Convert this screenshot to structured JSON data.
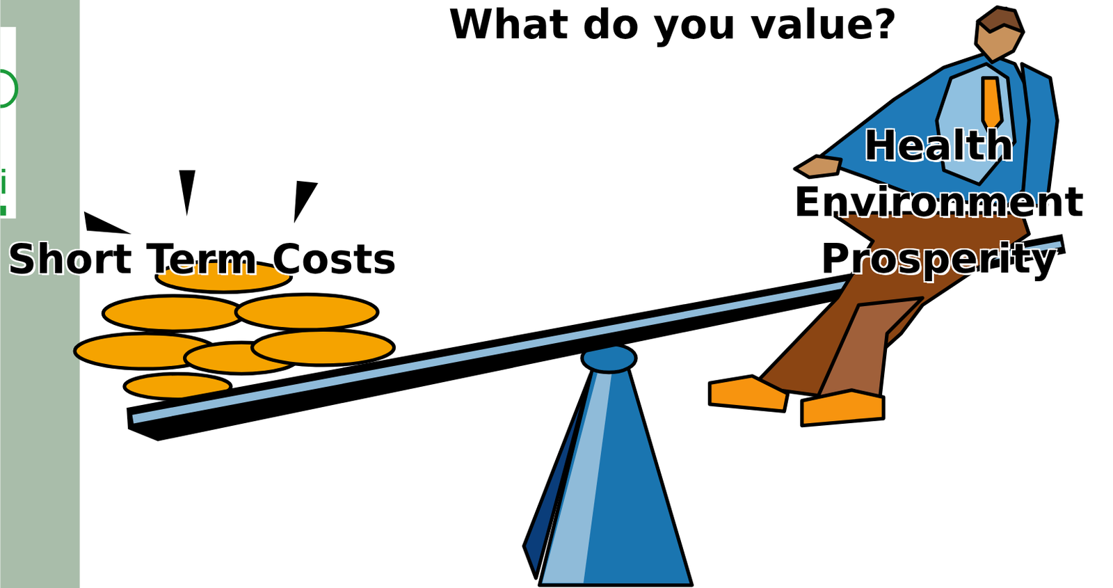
{
  "diagram": {
    "title": "What do you value?",
    "labels": [
      "Short Term Costs",
      "Health Environment Prosperity"
    ]
  }
}
